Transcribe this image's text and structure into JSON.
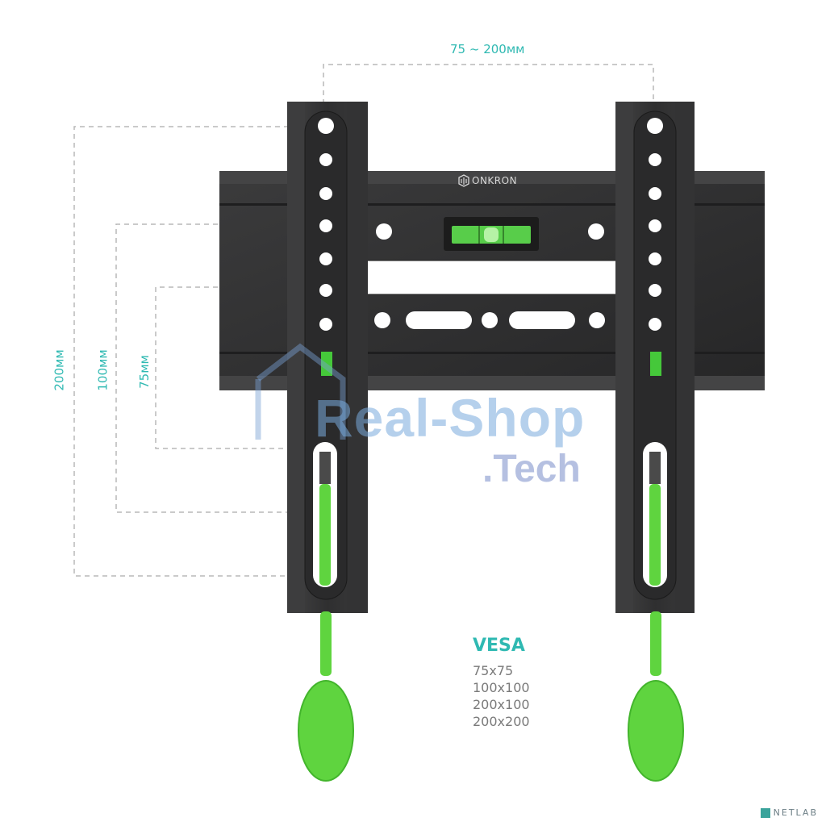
{
  "dimensions": {
    "horizontal": "75 ~ 200мм",
    "vertical_200": "200мм",
    "vertical_100": "100мм",
    "vertical_75": "75мм"
  },
  "brand": "ONKRON",
  "vesa": {
    "title": "VESA",
    "sizes": [
      "75x75",
      "100x100",
      "200x100",
      "200x200"
    ]
  },
  "watermark": {
    "line1": "Real-Shop",
    "line2": ".Tech"
  },
  "corner_logo": "NETLAB",
  "colors": {
    "accent": "#2fb9b2",
    "metal": "#2d2d2e",
    "green": "#5fd43f",
    "dashed": "#b8b8b8"
  }
}
